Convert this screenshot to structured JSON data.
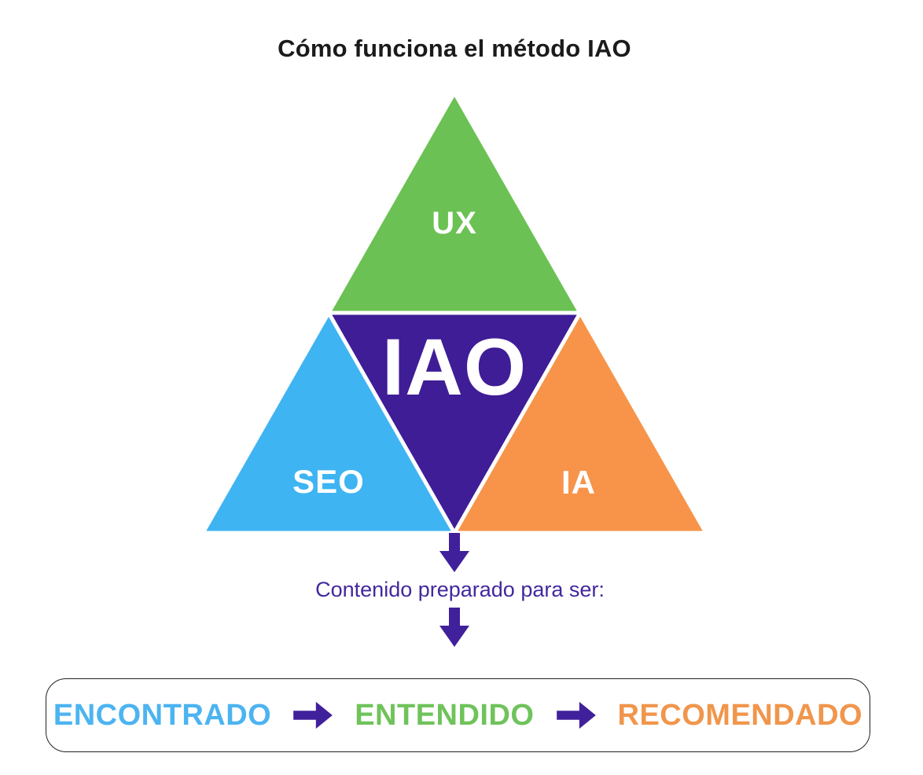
{
  "title": "Cómo funciona el método IAO",
  "pyramid": {
    "top": {
      "label": "UX",
      "color": "#6BC153"
    },
    "left": {
      "label": "SEO",
      "color": "#3EB4F2"
    },
    "right": {
      "label": "IA",
      "color": "#F79449"
    },
    "center": {
      "label": "IAO",
      "color": "#3E1D96"
    },
    "divider_color": "#FFFFFF"
  },
  "flow": {
    "caption": "Contenido preparado para ser:",
    "arrow_color": "#41209B",
    "caption_color": "#43289E"
  },
  "outcome_box": {
    "border_color": "#222222",
    "items": [
      {
        "label": "ENCONTRADO",
        "color": "#4CB4F0"
      },
      {
        "label": "ENTENDIDO",
        "color": "#6FC35B"
      },
      {
        "label": "RECOMENDADO",
        "color": "#F0964C"
      }
    ]
  }
}
